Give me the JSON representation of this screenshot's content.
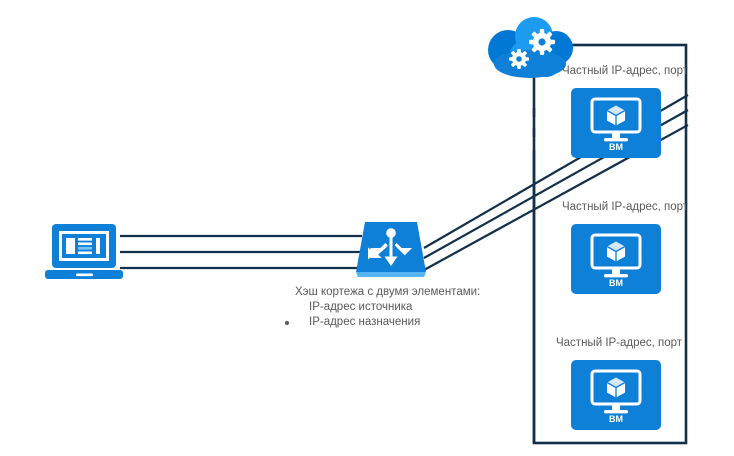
{
  "diagram": {
    "title": "Azure Load Balancer distribution diagram",
    "colors": {
      "azure_blue": "#0f80d7",
      "cloud_blue_dark": "#0078d4",
      "cloud_blue_light": "#1d9bf0",
      "line_navy": "#12304a",
      "boundary_navy": "#12304a",
      "label_gray": "#595959",
      "white": "#ffffff"
    },
    "client": {
      "icon": "laptop-icon",
      "label": ""
    },
    "load_balancer": {
      "icon": "load-balancer-icon",
      "label": ""
    },
    "cloud": {
      "icon": "cloud-gears-icon",
      "label": ""
    },
    "connections": {
      "client_to_lb_count": 3,
      "lb_to_vm_count": 3
    },
    "hash_note": {
      "line1": "Хэш кортежа с двумя элементами:",
      "line2": "IP-адрес источника",
      "line3": "IP-адрес назначения"
    },
    "vnet_boundary": {
      "label": ""
    },
    "vms": [
      {
        "endpoint_label": "Частный IP-адрес, порт",
        "caption": "ВМ",
        "icon": "virtual-machine-icon"
      },
      {
        "endpoint_label": "Частный IP-адрес, порт",
        "caption": "ВМ",
        "icon": "virtual-machine-icon"
      },
      {
        "endpoint_label": "Частный IP-адрес, порт",
        "caption": "ВМ",
        "icon": "virtual-machine-icon"
      }
    ]
  }
}
